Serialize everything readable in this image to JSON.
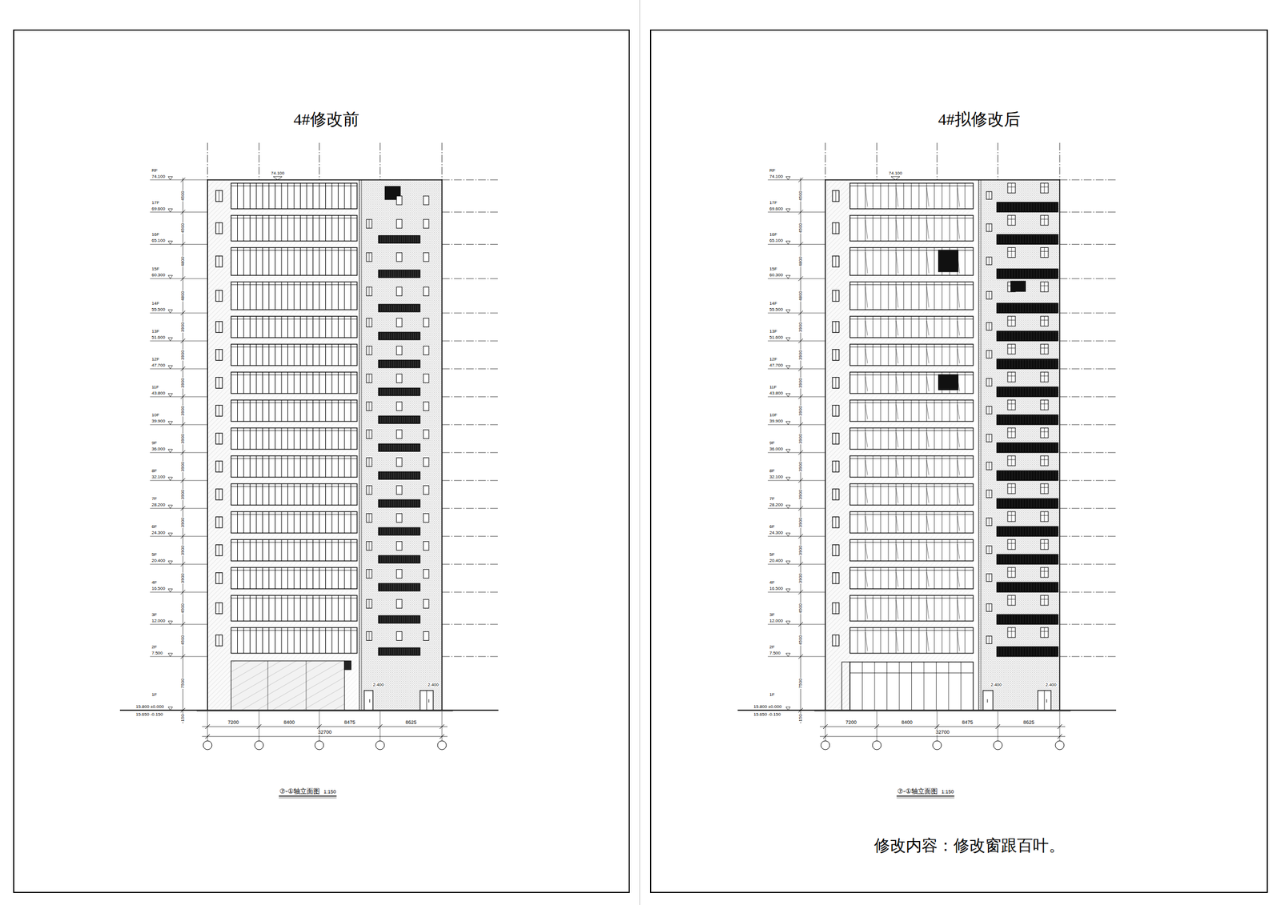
{
  "diagram": {
    "nodes": [
      {
        "text": [
          "4#修改前"
        ]
      },
      {
        "text": [
          "4#拟修改后",
          "修改内容：修改窗跟百叶。"
        ]
      }
    ],
    "labels": [
      "RF",
      "17F",
      "16F",
      "15F",
      "14F",
      "13F",
      "12F",
      "11F",
      "10F",
      "9F",
      "8F",
      "7F",
      "6F",
      "5F",
      "4F",
      "3F",
      "2F",
      "1F",
      "74.100",
      "69.600",
      "65.100",
      "60.300",
      "55.500",
      "51.600",
      "47.700",
      "43.800",
      "39.900",
      "36.000",
      "32.100",
      "28.200",
      "24.300",
      "20.400",
      "16.500",
      "12.000",
      "7.500",
      "15.800 ±0.000",
      "15.650 -0.150",
      "4500",
      "4500",
      "4800",
      "4800",
      "3900",
      "3900",
      "3900",
      "3900",
      "3900",
      "3900",
      "3900",
      "3900",
      "3900",
      "3900",
      "4500",
      "4500",
      "7500",
      "150",
      "74.100",
      "2.400",
      "2.400",
      "7200",
      "8400",
      "8475",
      "8625",
      "32700",
      "⑦-①轴立面图",
      "1:150",
      "RF",
      "17F",
      "16F",
      "15F",
      "14F",
      "13F",
      "12F",
      "11F",
      "10F",
      "9F",
      "8F",
      "7F",
      "6F",
      "5F",
      "4F",
      "3F",
      "2F",
      "1F",
      "74.100",
      "69.600",
      "65.100",
      "60.300",
      "55.500",
      "51.600",
      "47.700",
      "43.800",
      "39.900",
      "36.000",
      "32.100",
      "28.200",
      "24.300",
      "20.400",
      "16.500",
      "12.000",
      "7.500",
      "15.800 ±0.000",
      "15.650 -0.150",
      "4500",
      "4500",
      "4800",
      "4800",
      "3900",
      "3900",
      "3900",
      "3900",
      "3900",
      "3900",
      "3900",
      "3900",
      "3900",
      "3900",
      "4500",
      "4500",
      "7500",
      "150",
      "74.100",
      "2.400",
      "2.400",
      "7200",
      "8400",
      "8475",
      "8625",
      "32700",
      "⑦-①轴立面图",
      "1:150"
    ]
  }
}
